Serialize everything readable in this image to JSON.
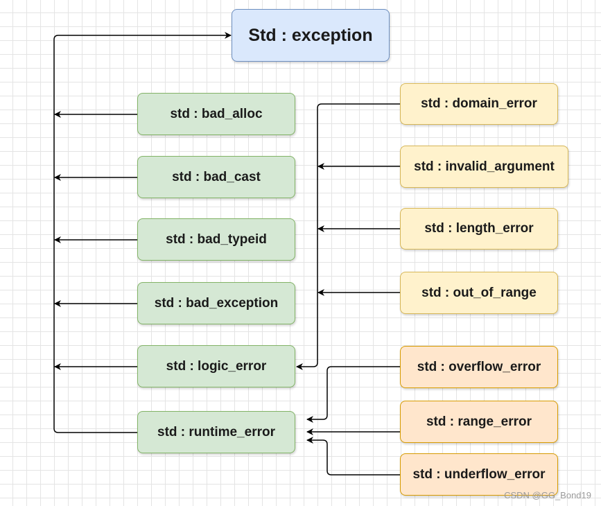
{
  "root": "Std : exception",
  "left_children": [
    "std : bad_alloc",
    "std : bad_cast",
    "std : bad_typeid",
    "std : bad_exception",
    "std : logic_error",
    "std : runtime_error"
  ],
  "logic_children": [
    "std : domain_error",
    "std : invalid_argument",
    "std : length_error",
    "std : out_of_range"
  ],
  "runtime_children": [
    "std : overflow_error",
    "std : range_error",
    "std : underflow_error"
  ],
  "watermark": "CSDN @GG_Bond19",
  "colors": {
    "root_fill": "#dae8fc",
    "root_stroke": "#6c8ebf",
    "green_fill": "#d5e8d4",
    "green_stroke": "#82b366",
    "yellow_fill": "#fff2cc",
    "yellow_stroke": "#d6b656",
    "orange_fill": "#ffe6cc",
    "orange_stroke": "#d79b00",
    "edge": "#000000"
  }
}
